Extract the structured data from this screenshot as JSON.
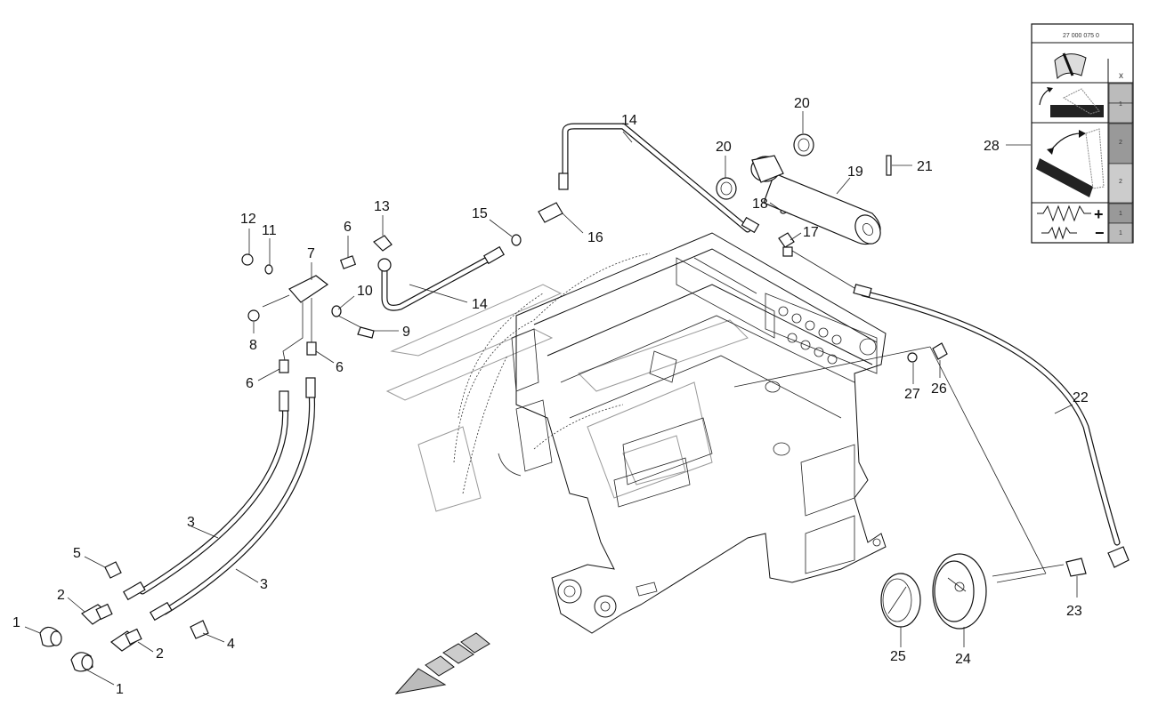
{
  "callouts": {
    "c1a": "1",
    "c1b": "1",
    "c2a": "2",
    "c2b": "2",
    "c3a": "3",
    "c3b": "3",
    "c4": "4",
    "c5": "5",
    "c6a": "6",
    "c6b": "6",
    "c6c": "6",
    "c7": "7",
    "c8": "8",
    "c9": "9",
    "c10": "10",
    "c11": "11",
    "c12": "12",
    "c13": "13",
    "c14a": "14",
    "c14b": "14",
    "c15": "15",
    "c16": "16",
    "c17": "17",
    "c18": "18",
    "c19": "19",
    "c20a": "20",
    "c20b": "20",
    "c21": "21",
    "c22": "22",
    "c23": "23",
    "c24": "24",
    "c25": "25",
    "c26": "26",
    "c27": "27",
    "c28": "28"
  },
  "legend": {
    "code": "27 000 075 0",
    "column_header": "x",
    "rows": [
      "1",
      "2",
      "2",
      "1",
      "1"
    ],
    "plus": "+",
    "minus": "−"
  },
  "icons": [
    "wrapped-hose-icon",
    "tilt-up-icon",
    "tilt-down-icon",
    "spring-adjust-icon",
    "forward-arrow-icon"
  ]
}
